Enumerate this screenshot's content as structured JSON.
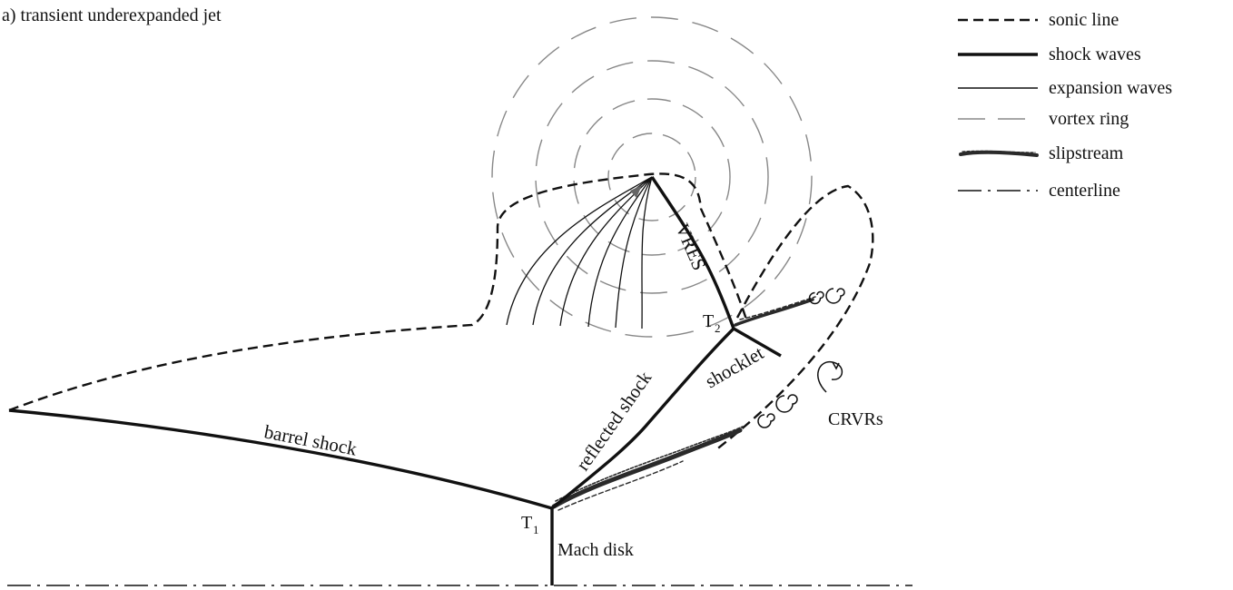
{
  "title": "a) transient underexpanded jet",
  "labels": {
    "barrel_shock": "barrel shock",
    "reflected_shock": "reflected shock",
    "shocklet": "shocklet",
    "vres": "VRES",
    "crvrs": "CRVRs",
    "mach_disk": "Mach disk",
    "t1": "T",
    "t1_sub": "1",
    "t2": "T",
    "t2_sub": "2"
  },
  "legend": [
    {
      "label": "sonic line",
      "style": "dashed-thick"
    },
    {
      "label": "shock waves",
      "style": "solid-thick"
    },
    {
      "label": "expansion waves",
      "style": "solid-thin"
    },
    {
      "label": "vortex ring",
      "style": "long-dash-gray"
    },
    {
      "label": "slipstream",
      "style": "rough-stroke"
    },
    {
      "label": "centerline",
      "style": "dash-dot"
    }
  ],
  "colors": {
    "ink": "#111111",
    "vortex": "#888888",
    "slipstream": "#2a2a2a"
  }
}
